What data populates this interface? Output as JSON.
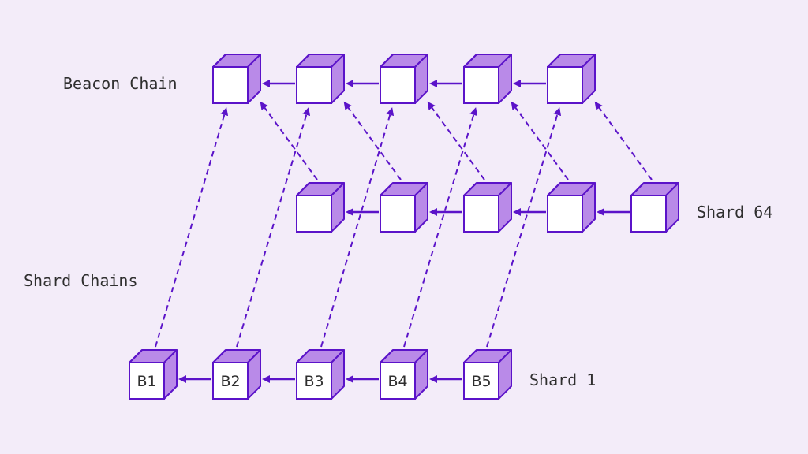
{
  "labels": {
    "beacon": "Beacon Chain",
    "shard_chains": "Shard Chains",
    "shard64": "Shard 64",
    "shard1": "Shard 1"
  },
  "shard1_blocks": [
    "B1",
    "B2",
    "B3",
    "B4",
    "B5"
  ],
  "colors": {
    "background": "#f3ecf9",
    "accent": "#5b13c9",
    "cube_side": "#b98ae8",
    "cube_face": "#ffffff"
  }
}
